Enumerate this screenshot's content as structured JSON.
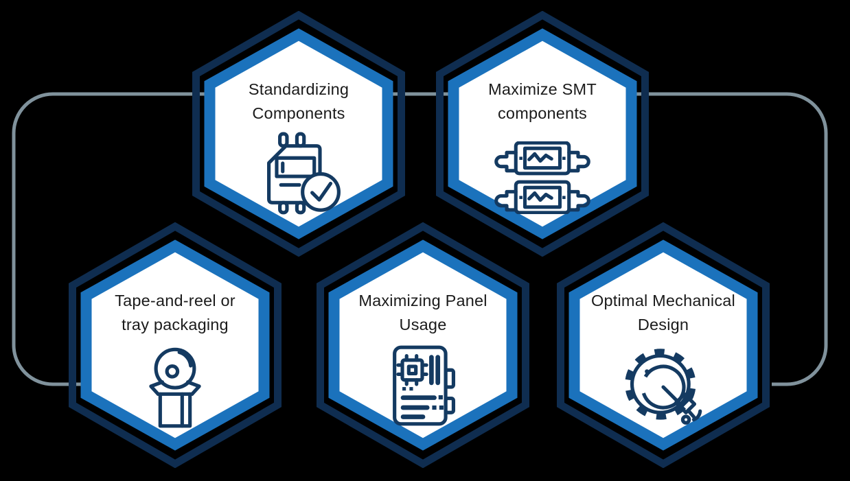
{
  "title": "DFM cost-reduction hexagon infographic",
  "colors": {
    "background": "#000000",
    "outer_hex_stroke": "#0f2d50",
    "inner_hex_stroke": "#1b72bc",
    "hex_fill": "#ffffff",
    "connector_line": "#80929c",
    "label_text": "#1b1b1b",
    "icon_stroke": "#143a61"
  },
  "connector": {
    "shape": "rounded-rectangle-open-bottom"
  },
  "hexagons": [
    {
      "id": "standardizing-components",
      "lines": [
        "Standardizing",
        "Components"
      ],
      "icon": "component-check-icon"
    },
    {
      "id": "maximize-smt-components",
      "lines": [
        "Maximize SMT",
        "components"
      ],
      "icon": "smt-components-icon"
    },
    {
      "id": "tape-and-reel-or-tray-packaging",
      "lines": [
        "Tape-and-reel or",
        "tray packaging"
      ],
      "icon": "reel-box-icon"
    },
    {
      "id": "maximizing-panel-usage",
      "lines": [
        "Maximizing Panel",
        "Usage"
      ],
      "icon": "motherboard-icon"
    },
    {
      "id": "optimal-mechanical-design",
      "lines": [
        "Optimal Mechanical",
        "Design"
      ],
      "icon": "gear-caliper-icon"
    }
  ]
}
